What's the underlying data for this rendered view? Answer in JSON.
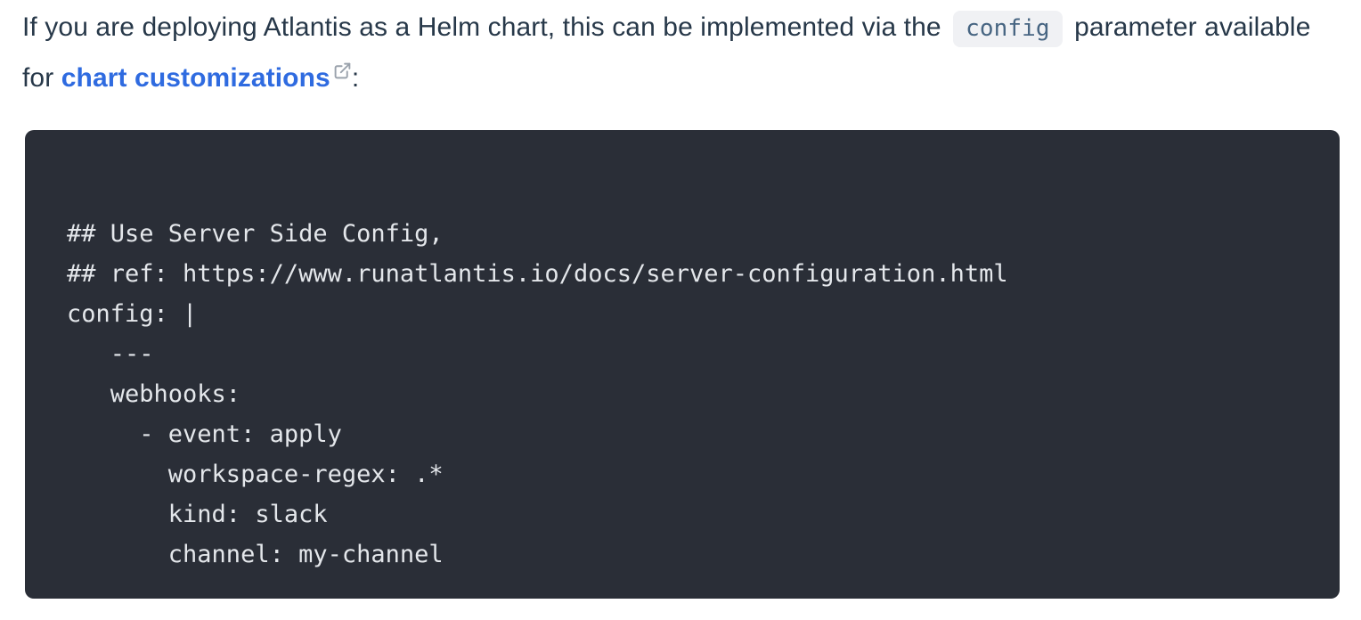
{
  "paragraph": {
    "text_start": "If you are deploying Atlantis as a Helm chart, this can be implemented via the",
    "inline_code": "config",
    "text_middle": " parameter available for ",
    "link_text": "chart customizations",
    "text_end": ":"
  },
  "icons": {
    "external_link": "external-link-icon"
  },
  "code_block": {
    "code": "## Use Server Side Config,\n## ref: https://www.runatlantis.io/docs/server-configuration.html\nconfig: |\n   ---\n   webhooks:\n     - event: apply\n       workspace-regex: .*\n       kind: slack\n       channel: my-channel"
  },
  "colors": {
    "body_text": "#273849",
    "link": "#2f6be0",
    "external_link_icon": "#9aa2ac",
    "inline_code_bg": "#f0f1f4",
    "inline_code_text": "#476582",
    "code_block_bg": "#2a2e37",
    "code_text": "#e4e7eb",
    "page_bg": "#ffffff"
  }
}
